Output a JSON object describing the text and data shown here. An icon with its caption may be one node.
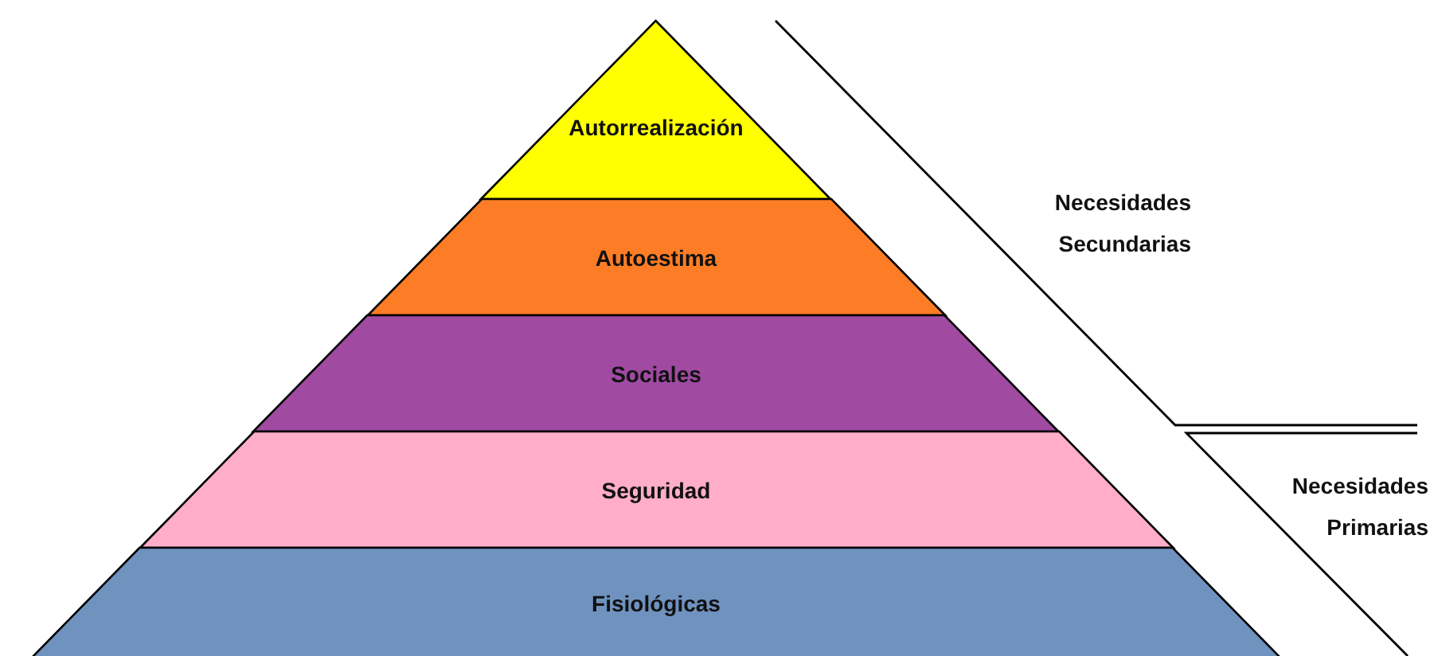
{
  "diagram": {
    "nodes": [
      {
        "text": [
          "Autorrealización"
        ]
      },
      {
        "text": [
          "Autoestima"
        ]
      },
      {
        "text": [
          "Sociales"
        ]
      },
      {
        "text": [
          "Seguridad"
        ]
      },
      {
        "text": [
          "Fisiológicas"
        ]
      }
    ],
    "labels": [
      "Necesidades Secundarias",
      "Necesidades Primarias"
    ]
  }
}
